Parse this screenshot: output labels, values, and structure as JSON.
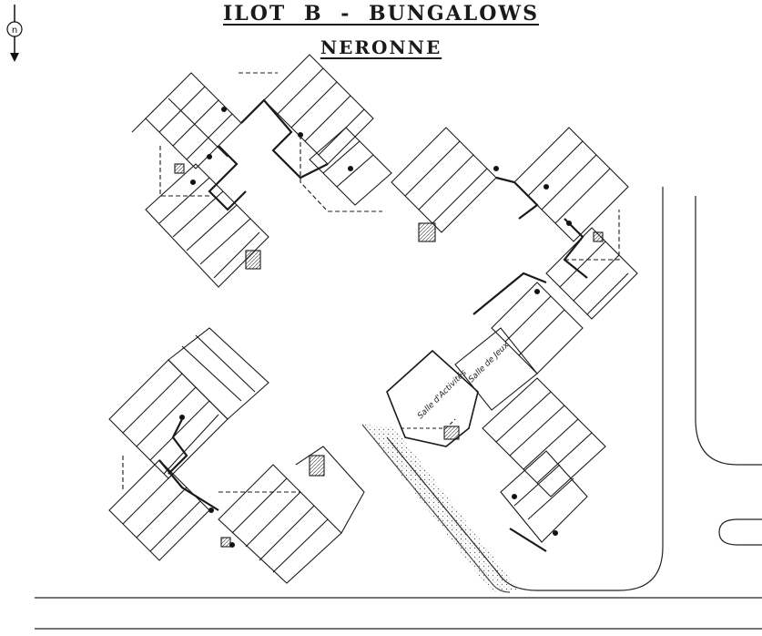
{
  "plan": {
    "title": "ILOT B -   BUNGALOWS",
    "subtitle": "NERONNE",
    "north_letter": "n",
    "rooms": {
      "activities": "Salle d'Activités",
      "games": "Salle de Jeux"
    }
  },
  "colors": {
    "ink": "#1a1a1a",
    "paper": "#ffffff",
    "dashed": "#333333"
  }
}
